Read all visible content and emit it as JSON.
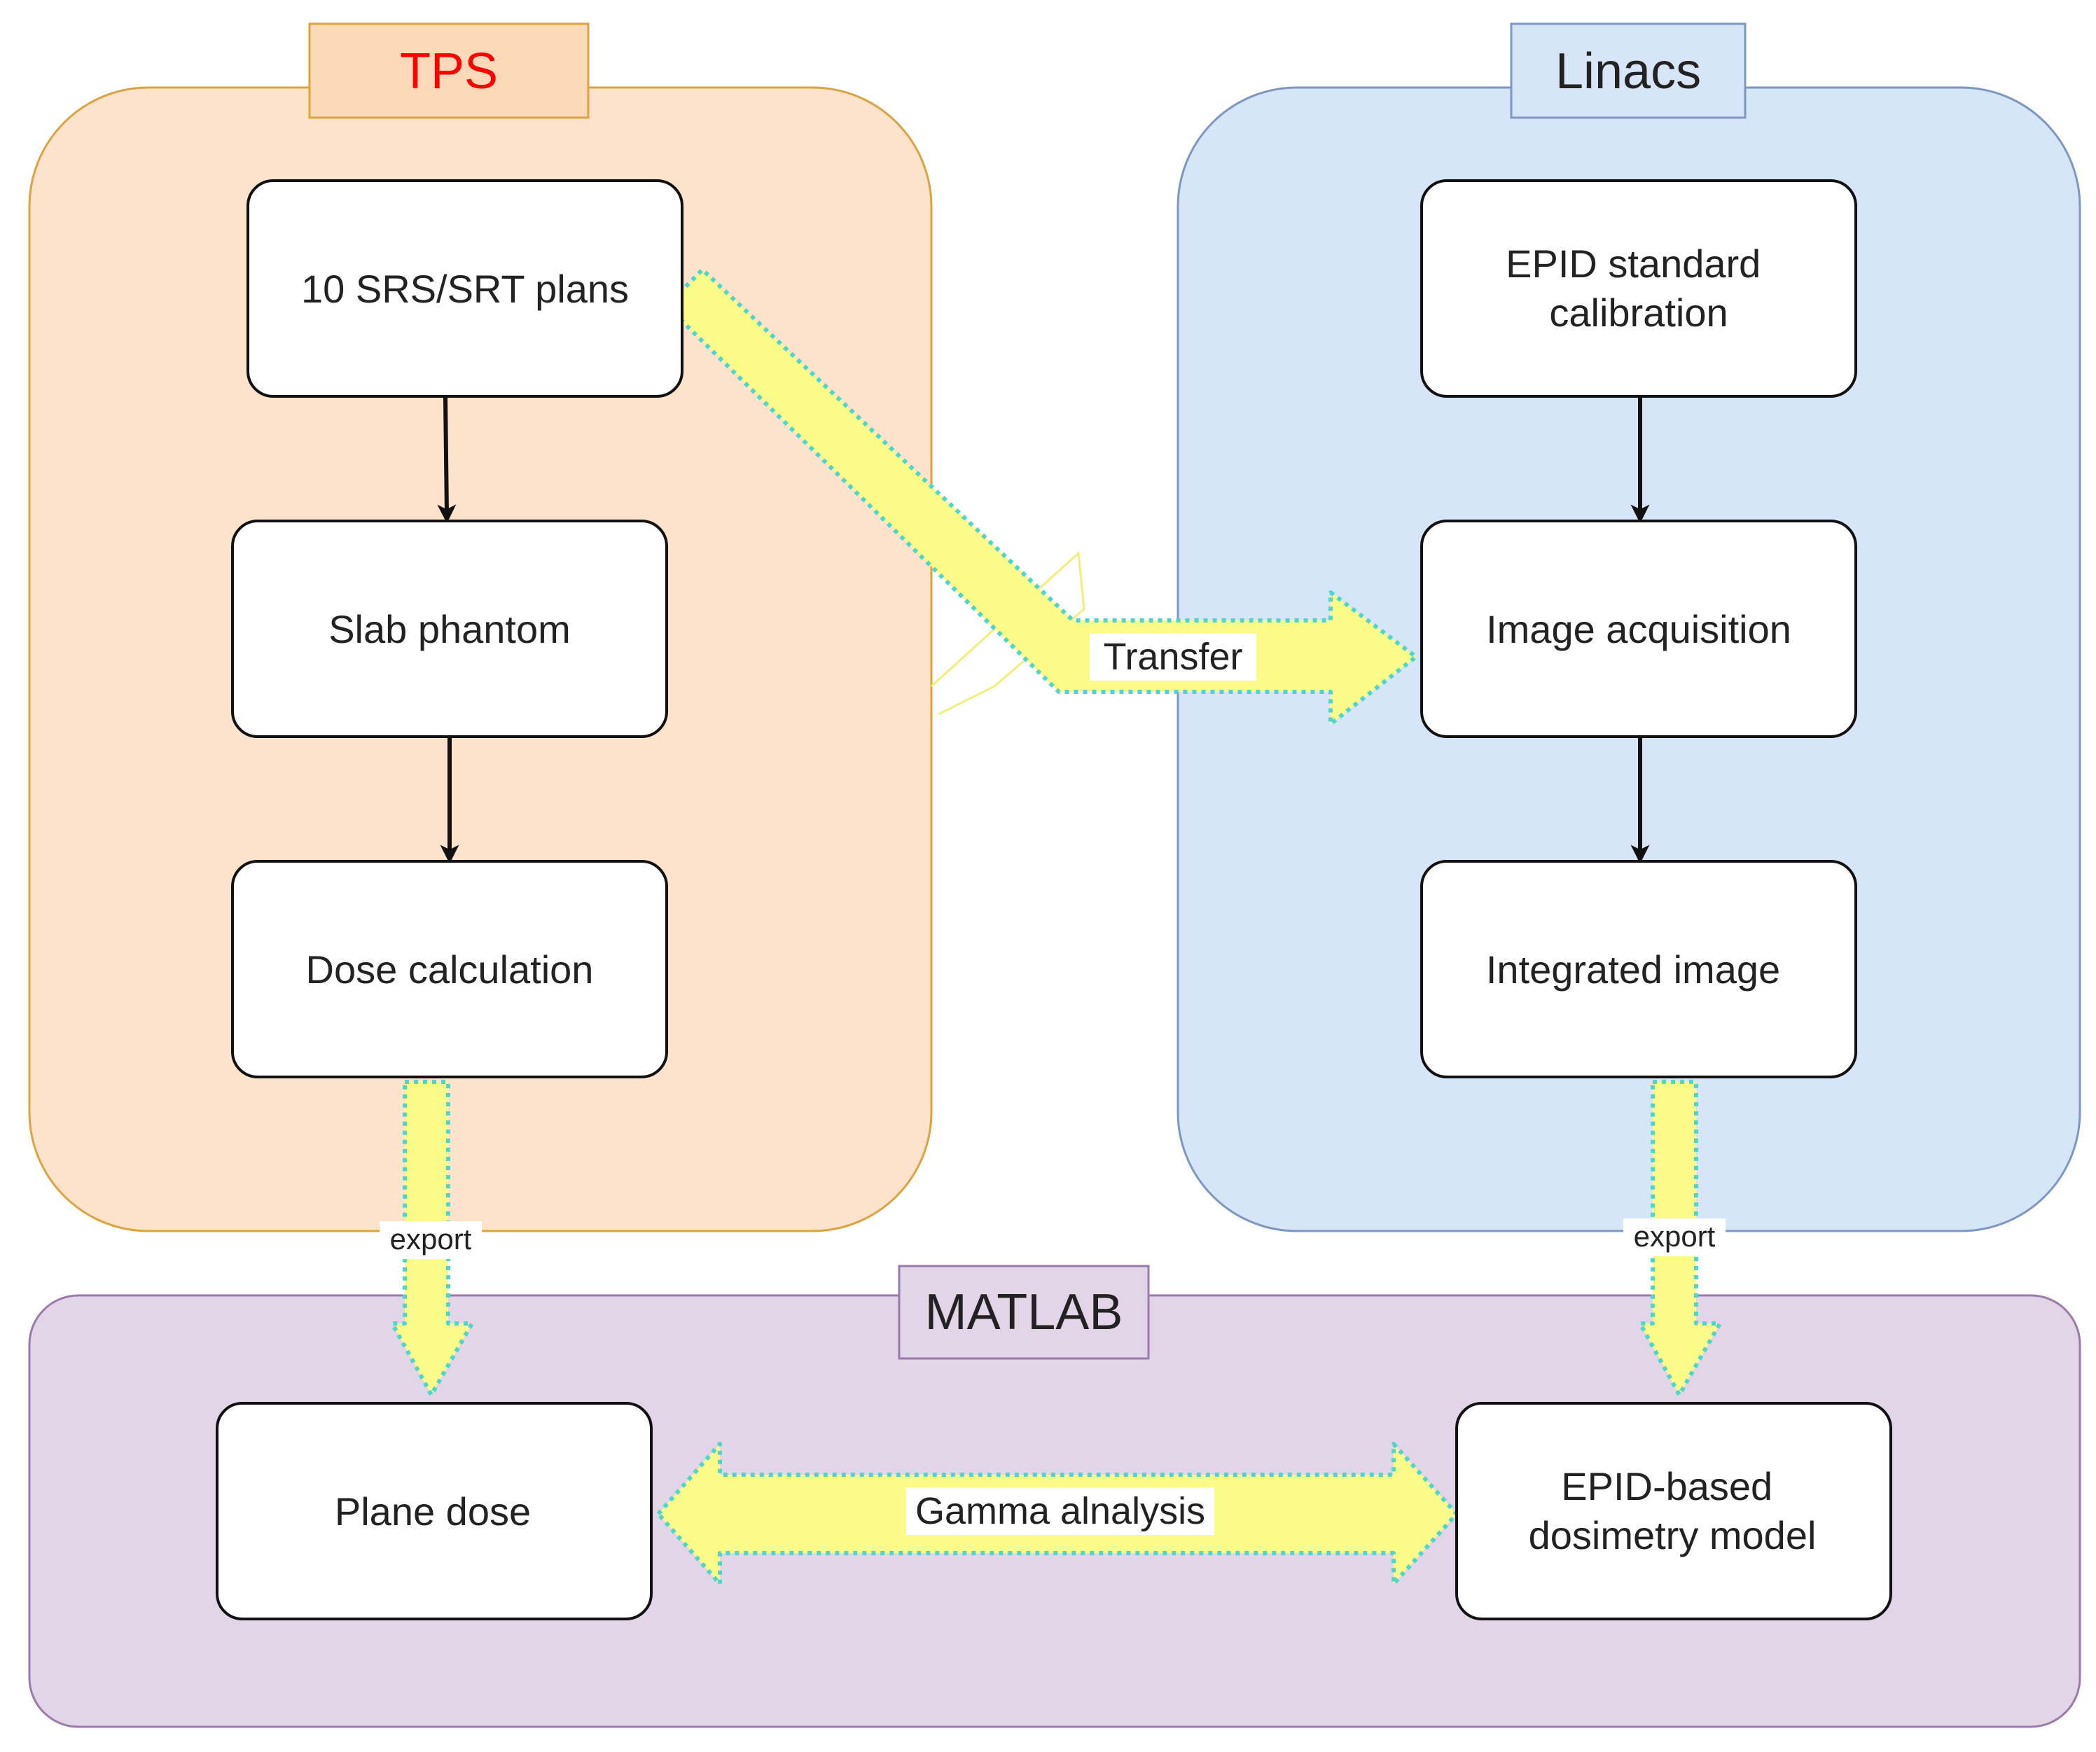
{
  "groups": {
    "tps": {
      "label": "TPS",
      "fill": "#fde3cc",
      "stroke": "#d9a441",
      "label_fill": "#fcd9b8",
      "label_color": "#ff0000"
    },
    "linacs": {
      "label": "Linacs",
      "fill": "#d6e6f8",
      "stroke": "#7d98c0",
      "label_fill": "#d6e6f8",
      "label_color": "#222222"
    },
    "matlab": {
      "label": "MATLAB",
      "fill": "#e2d5e8",
      "stroke": "#9a7aab",
      "label_fill": "#e2d5e8",
      "label_color": "#222222"
    }
  },
  "nodes": {
    "plans": {
      "lines": [
        "10 SRS/SRT plans"
      ]
    },
    "slab": {
      "lines": [
        "Slab phantom"
      ]
    },
    "dose_calc": {
      "lines": [
        "Dose calculation"
      ]
    },
    "epid_cal": {
      "lines": [
        "EPID standard",
        "calibration"
      ]
    },
    "image_acq": {
      "lines": [
        "Image acquisition"
      ]
    },
    "integrated": {
      "lines": [
        "Integrated image"
      ]
    },
    "plane_dose": {
      "lines": [
        "Plane dose"
      ]
    },
    "epid_model": {
      "lines": [
        "EPID-based",
        "dosimetry model"
      ]
    }
  },
  "edges": {
    "transfer": {
      "label": "Transfer"
    },
    "export_tps": {
      "label": "export"
    },
    "export_linac": {
      "label": "export"
    },
    "gamma": {
      "label": "Gamma alnalysis"
    }
  },
  "colors": {
    "big_arrow_fill": "#fbfb8a",
    "big_arrow_dots": "#4fd6c8",
    "node_fill": "#ffffff",
    "node_stroke": "#111111",
    "flow_arrow": "#111111"
  }
}
